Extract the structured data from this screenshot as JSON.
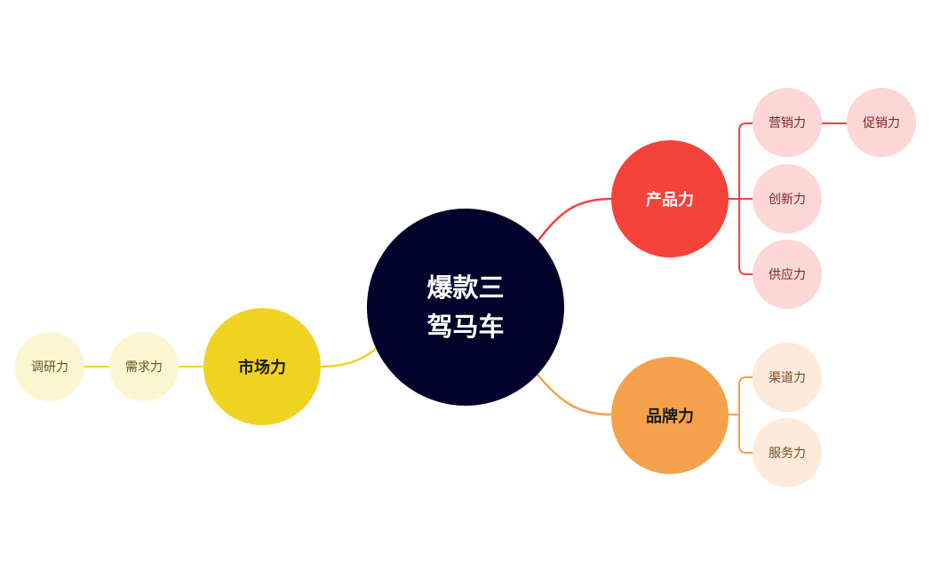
{
  "mindmap": {
    "center": {
      "label": "爆款三\n驾马车",
      "color": "#02022a"
    },
    "branches": {
      "product": {
        "label": "产品力",
        "color": "#f5423a",
        "children": {
          "marketing": {
            "label": "营销力",
            "child": {
              "label": "促销力"
            }
          },
          "innovation": {
            "label": "创新力"
          },
          "supply": {
            "label": "供应力"
          }
        }
      },
      "brand": {
        "label": "品牌力",
        "color": "#f5a04a",
        "children": {
          "channel": {
            "label": "渠道力"
          },
          "service": {
            "label": "服务力"
          }
        }
      },
      "market": {
        "label": "市场力",
        "color": "#f0d322",
        "children": {
          "demand": {
            "label": "需求力",
            "child": {
              "label": "调研力"
            }
          }
        }
      }
    }
  }
}
